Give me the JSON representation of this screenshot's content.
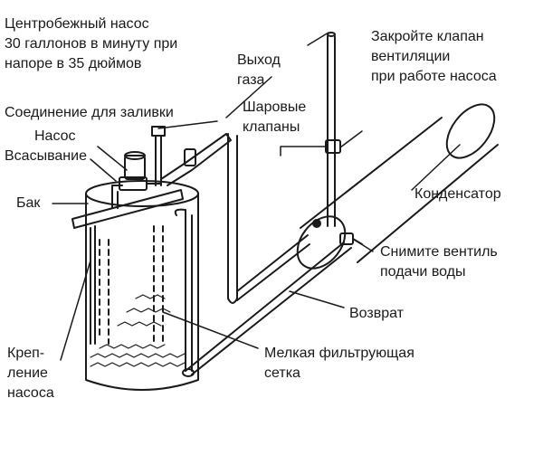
{
  "labels": {
    "pump_spec": [
      "Центробежный насос",
      "30 галлонов в минуту при",
      "напоре в 35 дюймов"
    ],
    "gas_outlet": [
      "Выход",
      "газа"
    ],
    "close_vent": [
      "Закройте клапан",
      "вентиляции",
      "при работе насоса"
    ],
    "priming_connection": "Соединение для заливки",
    "ball_valves": [
      "Шаровые",
      "клапаны"
    ],
    "pump": "Насос",
    "suction": "Всасывание",
    "tank": "Бак",
    "condenser": "Конденсатор",
    "remove_water_valve": [
      "Снимите вентиль",
      "подачи воды"
    ],
    "return": "Возврат",
    "pump_mount": [
      "Креп-",
      "ление",
      "насоса"
    ],
    "fine_screen": [
      "Мелкая фильтрующая",
      "сетка"
    ]
  },
  "colors": {
    "ink": "#1a1a1a",
    "background": "#ffffff"
  }
}
